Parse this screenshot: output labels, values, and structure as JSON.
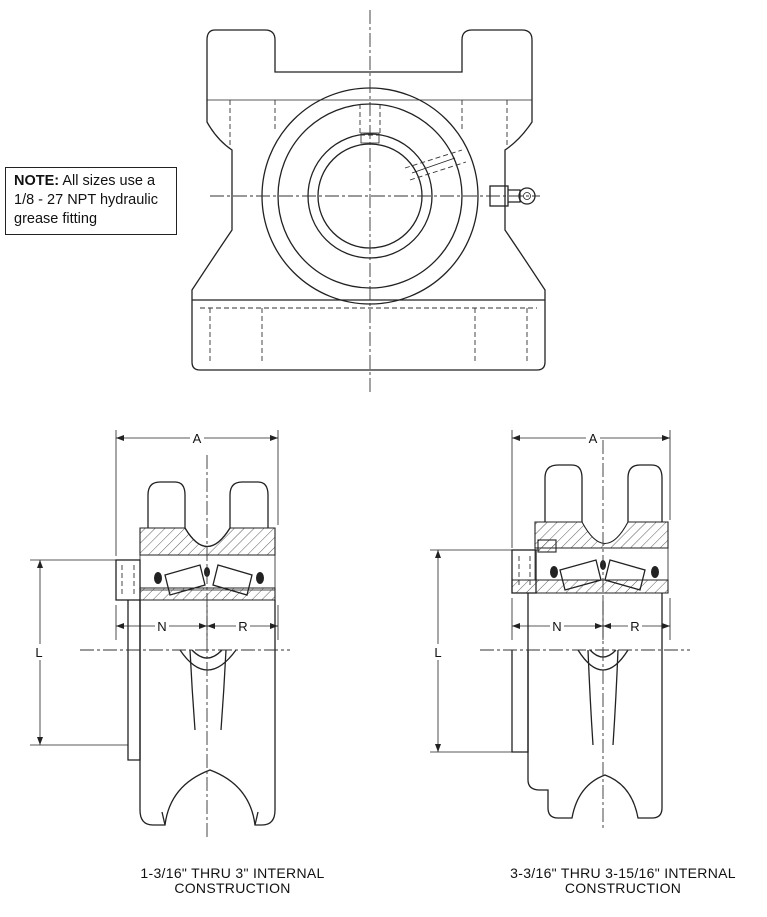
{
  "note": {
    "label": "NOTE:",
    "text": "All sizes use a 1/8 - 27 NPT hydraulic grease fitting"
  },
  "dimensions": {
    "a_left": "A",
    "n_left": "N",
    "r_left": "R",
    "l_left": "L",
    "a_right": "A",
    "n_right": "N",
    "r_right": "R",
    "l_right": "L"
  },
  "captions": {
    "left_line1": "1-3/16\" THRU 3\" INTERNAL",
    "left_line2": "CONSTRUCTION",
    "right_line1": "3-3/16\" THRU 3-15/16\" INTERNAL",
    "right_line2": "CONSTRUCTION"
  }
}
